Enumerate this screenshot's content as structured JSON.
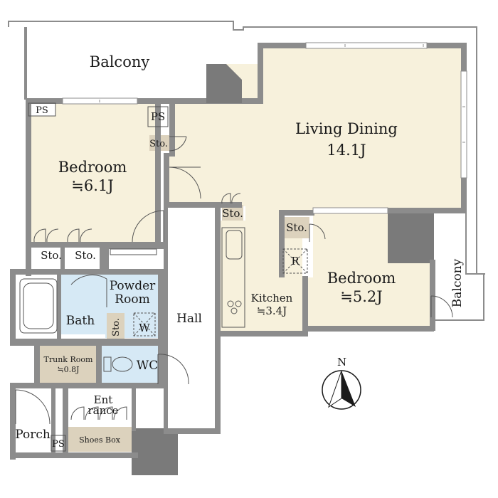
{
  "rooms": {
    "balcony_top": "Balcony",
    "living_dining": "Living Dining",
    "living_dining_size": "14.1J",
    "bedroom_left": "Bedroom",
    "bedroom_left_size": "≒6.1J",
    "bedroom_right": "Bedroom",
    "bedroom_right_size": "≒5.2J",
    "balcony_right": "Balcony",
    "kitchen": "Kitchen",
    "kitchen_size": "≒3.4J",
    "hall": "Hall",
    "powder_room_line1": "Powder",
    "powder_room_line2": "Room",
    "bath": "Bath",
    "wc": "WC",
    "trunk_room": "Trunk Room",
    "trunk_room_size": "≒0.8J",
    "entrance_line1": "Ent",
    "entrance_line2": "rance",
    "porch": "Porch",
    "shoes_box": "Shoes Box"
  },
  "fixtures": {
    "ps_top_left": "PS",
    "ps_top_mid": "PS",
    "ps_porch": "PS",
    "sto_top": "Sto.",
    "sto_left_a": "Sto.",
    "sto_left_b": "Sto.",
    "sto_kitchen": "Sto.",
    "sto_bedroom_right": "Sto.",
    "sto_powder": "Sto.",
    "fridge": "R",
    "washer": "W"
  },
  "compass": {
    "north": "N"
  },
  "colors": {
    "living_fill": "#f7f1dc",
    "wet_fill": "#d6e9f5",
    "storage_fill": "#dcd2bd",
    "wall": "#8c8c8c",
    "wall_dark": "#7a7a7a"
  }
}
